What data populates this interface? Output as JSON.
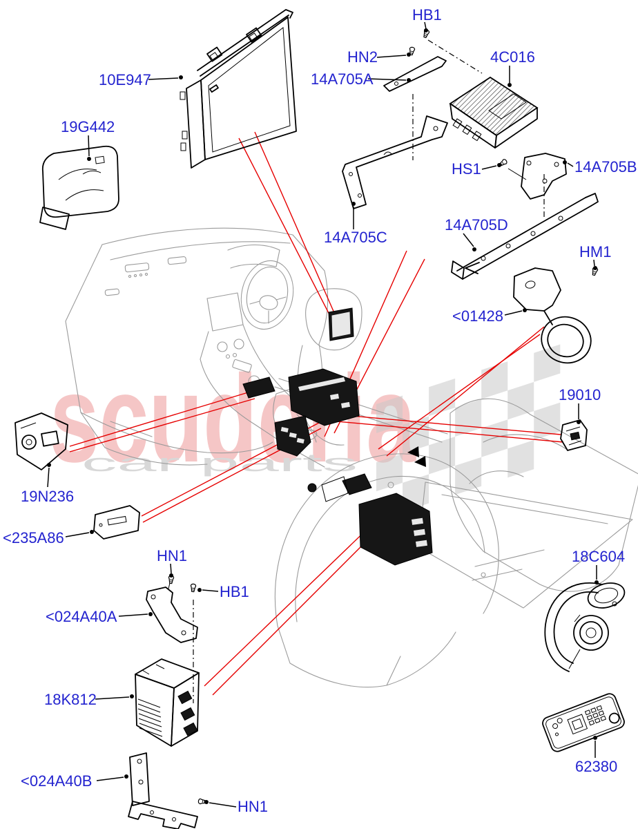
{
  "diagram": {
    "type": "vehicle-parts-exploded-diagram",
    "subject": "Family Entertainment System components"
  },
  "watermark": {
    "brand": "scuderia",
    "tagline": "car parts"
  },
  "colors": {
    "background": "#ffffff",
    "label": "#2323cf",
    "pointer_line": "#e60000",
    "part_line": "#000000",
    "vehicle_line": "#9a9a9a",
    "checker": "#c9c9c9",
    "watermark_brand": "#f5c6c6",
    "watermark_tagline": "#d8d8d8"
  },
  "part_labels": [
    {
      "text": "HB1"
    },
    {
      "text": "HN2"
    },
    {
      "text": "10E947"
    },
    {
      "text": "14A705A"
    },
    {
      "text": "4C016"
    },
    {
      "text": "19G442"
    },
    {
      "text": "HS1"
    },
    {
      "text": "14A705B"
    },
    {
      "text": "14A705C"
    },
    {
      "text": "14A705D"
    },
    {
      "text": "HM1"
    },
    {
      "text": "<01428"
    },
    {
      "text": "19010"
    },
    {
      "text": "19N236"
    },
    {
      "text": "<235A86"
    },
    {
      "text": "HN1"
    },
    {
      "text": "HB1"
    },
    {
      "text": "<024A40A"
    },
    {
      "text": "18K812"
    },
    {
      "text": "18C604"
    },
    {
      "text": "62380"
    },
    {
      "text": "<024A40B"
    },
    {
      "text": "HN1"
    }
  ]
}
